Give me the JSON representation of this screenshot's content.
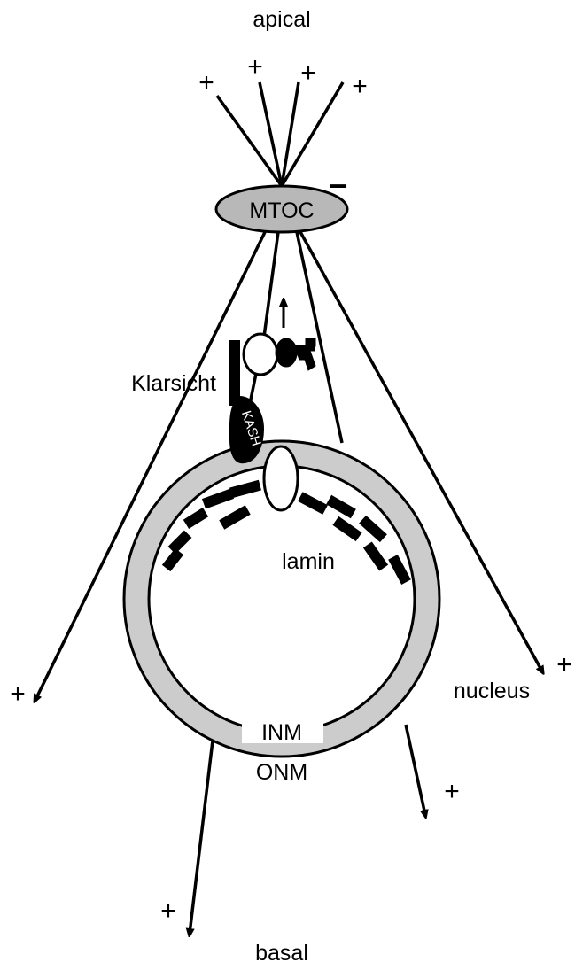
{
  "labels": {
    "apical": "apical",
    "basal": "basal",
    "mtoc": "MTOC",
    "klarsicht": "Klarsicht",
    "kash": "KASH",
    "lamin": "lamin",
    "nucleus": "nucleus",
    "inm": "INM",
    "onm": "ONM"
  },
  "signs": {
    "plus": "+",
    "minus": "−"
  },
  "colors": {
    "nuclear_envelope": "#cccccc",
    "mtoc_fill": "#b8b8b8",
    "lamin": "#000000"
  }
}
